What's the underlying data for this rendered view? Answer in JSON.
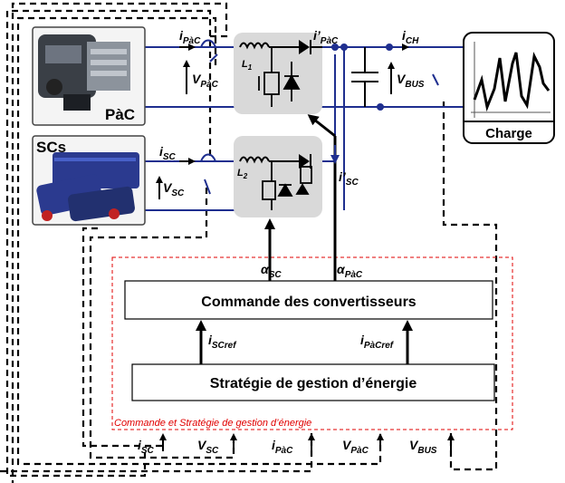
{
  "devices": {
    "fuel_cell": "PàC",
    "supercaps": "SCs",
    "load": "Charge"
  },
  "signals": {
    "i_pac": {
      "main": "i",
      "sub": "PàC"
    },
    "v_pac": {
      "main": "V",
      "sub": "PàC"
    },
    "i_pac_prime": {
      "main": "i’",
      "sub": "PàC"
    },
    "i_ch": {
      "main": "i",
      "sub": "CH"
    },
    "v_bus": {
      "main": "V",
      "sub": "BUS"
    },
    "i_sc": {
      "main": "i",
      "sub": "SC"
    },
    "v_sc": {
      "main": "V",
      "sub": "SC"
    },
    "i_sc_prime": {
      "main": "i’",
      "sub": "SC"
    },
    "l1": {
      "main": "L",
      "sub": "1"
    },
    "l2": {
      "main": "L",
      "sub": "2"
    },
    "alpha_sc": {
      "main": "α",
      "sub": "SC"
    },
    "alpha_pac": {
      "main": "α",
      "sub": "PàC"
    },
    "i_scref": {
      "main": "i",
      "sub": "SCref"
    },
    "i_pacref": {
      "main": "i",
      "sub": "PàCref"
    }
  },
  "blocks": {
    "converter_control": "Commande des convertisseurs",
    "energy_strategy": "Stratégie de gestion d’énergie",
    "frame_caption": "Commande et Stratégie de gestion d’énergie"
  },
  "inputs": [
    {
      "main": "i",
      "sub": "SC"
    },
    {
      "main": "V",
      "sub": "SC"
    },
    {
      "main": "i",
      "sub": "PàC"
    },
    {
      "main": "V",
      "sub": "PàC"
    },
    {
      "main": "V",
      "sub": "BUS"
    }
  ],
  "colors": {
    "converter_fill": "#d9d9d9",
    "frame_red": "#e00000",
    "node_blue": "#1f2f8f"
  }
}
